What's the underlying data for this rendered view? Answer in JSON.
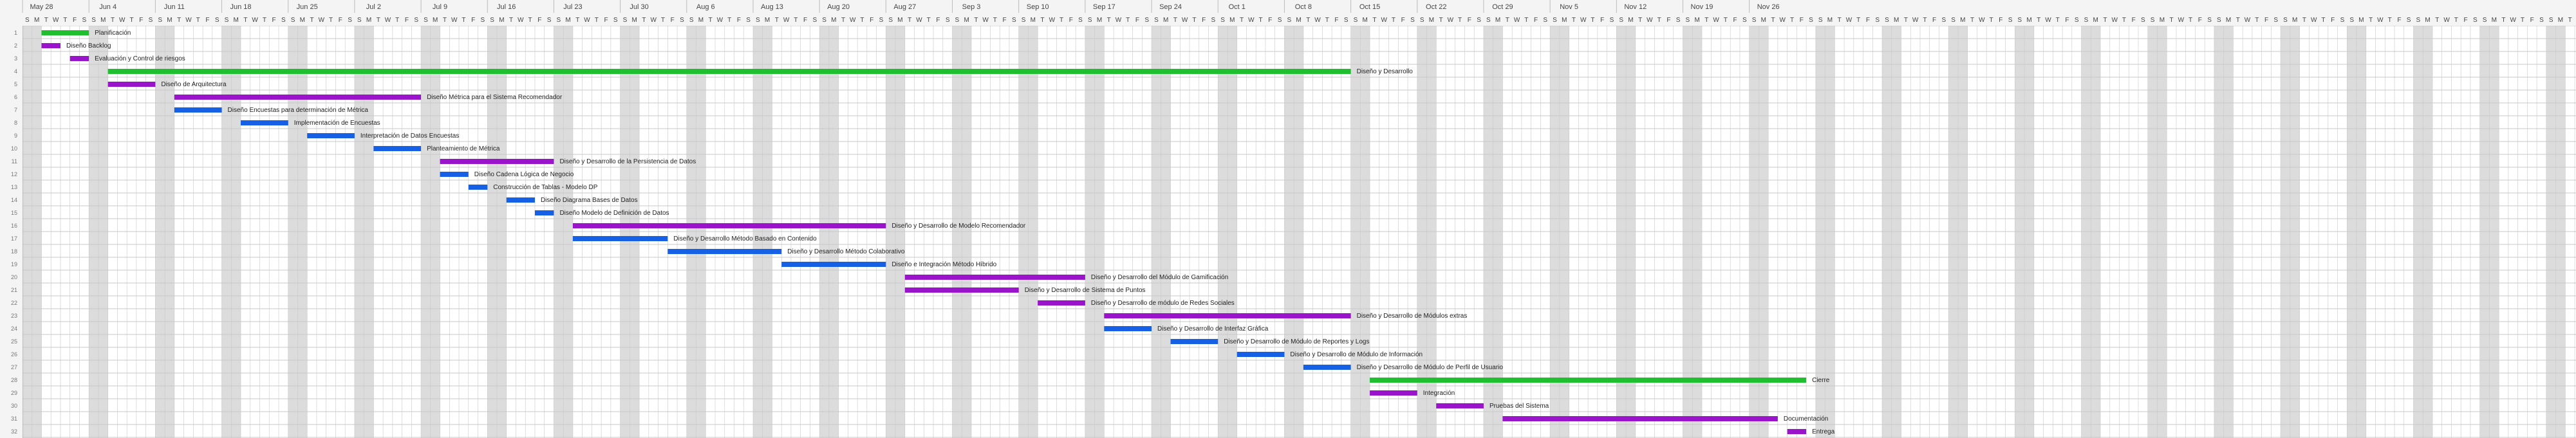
{
  "chart_data": {
    "type": "gantt",
    "start_date": "2018-05-26",
    "week_labels": [
      "May 28",
      "Jun 4",
      "Jun 11",
      "Jun 18",
      "Jun 25",
      "Jul 2",
      "Jul 9",
      "Jul 16",
      "Jul 23",
      "Jul 30",
      "Aug 6",
      "Aug 13",
      "Aug 20",
      "Aug 27",
      "Sep 3",
      "Sep 10",
      "Sep 17",
      "Sep 24",
      "Oct 1",
      "Oct 8",
      "Oct 15",
      "Oct 22",
      "Oct 29",
      "Nov 5",
      "Nov 12",
      "Nov 19",
      "Nov 26"
    ],
    "day_letters": [
      "S",
      "M",
      "T",
      "W",
      "T",
      "F",
      "S"
    ],
    "row_count": 32,
    "colors": {
      "green": "#1fbf2f",
      "purple": "#9a14cc",
      "blue": "#1660e6",
      "weekend": "#dcdcdc",
      "grid": "#c8c8c8"
    },
    "tasks": [
      {
        "row": 1,
        "name": "Planificación",
        "start": "2018-05-28",
        "end": "2018-06-01",
        "color": "green"
      },
      {
        "row": 2,
        "name": "Diseño Backlog",
        "start": "2018-05-28",
        "end": "2018-05-29",
        "color": "purple"
      },
      {
        "row": 3,
        "name": "Evaluación y Control de riesgos",
        "start": "2018-05-31",
        "end": "2018-06-01",
        "color": "purple"
      },
      {
        "row": 4,
        "name": "Diseño y Desarrollo",
        "start": "2018-06-04",
        "end": "2018-10-12",
        "color": "green"
      },
      {
        "row": 5,
        "name": "Diseño de Arquitectura",
        "start": "2018-06-04",
        "end": "2018-06-08",
        "color": "purple"
      },
      {
        "row": 6,
        "name": "Diseño Métrica para el Sistema Recomendador",
        "start": "2018-06-11",
        "end": "2018-07-06",
        "color": "purple"
      },
      {
        "row": 7,
        "name": "Diseño Encuestas para determinación de Métrica",
        "start": "2018-06-11",
        "end": "2018-06-15",
        "color": "blue"
      },
      {
        "row": 8,
        "name": "Implementación de Encuestas",
        "start": "2018-06-18",
        "end": "2018-06-22",
        "color": "blue"
      },
      {
        "row": 9,
        "name": "Interpretación de Datos Encuestas",
        "start": "2018-06-25",
        "end": "2018-06-29",
        "color": "blue"
      },
      {
        "row": 10,
        "name": "Planteamiento de Métrica",
        "start": "2018-07-02",
        "end": "2018-07-06",
        "color": "blue"
      },
      {
        "row": 11,
        "name": "Diseño y Desarrollo de la Persistencia de Datos",
        "start": "2018-07-09",
        "end": "2018-07-20",
        "color": "purple"
      },
      {
        "row": 12,
        "name": "Diseño Cadena Lógica de Negocio",
        "start": "2018-07-09",
        "end": "2018-07-11",
        "color": "blue"
      },
      {
        "row": 13,
        "name": "Construcción de Tablas - Modelo DP",
        "start": "2018-07-12",
        "end": "2018-07-13",
        "color": "blue"
      },
      {
        "row": 14,
        "name": "Diseño Diagrama Bases de Datos",
        "start": "2018-07-16",
        "end": "2018-07-18",
        "color": "blue"
      },
      {
        "row": 15,
        "name": "Diseño Modelo de Definición de Datos",
        "start": "2018-07-19",
        "end": "2018-07-20",
        "color": "blue"
      },
      {
        "row": 16,
        "name": "Diseño y Desarrollo de Modelo Recomendador",
        "start": "2018-07-23",
        "end": "2018-08-24",
        "color": "purple"
      },
      {
        "row": 17,
        "name": "Diseño y Desarrollo Método Basado en Contenido",
        "start": "2018-07-23",
        "end": "2018-08-01",
        "color": "blue"
      },
      {
        "row": 18,
        "name": "Diseño y Desarrollo Método Colaborativo",
        "start": "2018-08-02",
        "end": "2018-08-13",
        "color": "blue"
      },
      {
        "row": 19,
        "name": "Diseño e Integración Método Híbrido",
        "start": "2018-08-14",
        "end": "2018-08-24",
        "color": "blue"
      },
      {
        "row": 20,
        "name": "Diseño y Desarrollo del Módulo de Gamificación",
        "start": "2018-08-27",
        "end": "2018-09-14",
        "color": "purple"
      },
      {
        "row": 21,
        "name": "Diseño y Desarrollo de Sistema de Puntos",
        "start": "2018-08-27",
        "end": "2018-09-07",
        "color": "purple"
      },
      {
        "row": 22,
        "name": "Diseño y Desarrollo de módulo de Redes Sociales",
        "start": "2018-09-10",
        "end": "2018-09-14",
        "color": "purple"
      },
      {
        "row": 23,
        "name": "Diseño y Desarrollo de Módulos extras",
        "start": "2018-09-17",
        "end": "2018-10-12",
        "color": "purple"
      },
      {
        "row": 24,
        "name": "Diseño y Desarrollo de Interfaz Gráfica",
        "start": "2018-09-17",
        "end": "2018-09-21",
        "color": "blue"
      },
      {
        "row": 25,
        "name": "Diseño y Desarrollo de Módulo de Reportes y Logs",
        "start": "2018-09-24",
        "end": "2018-09-28",
        "color": "blue"
      },
      {
        "row": 26,
        "name": "Diseño y Desarrollo de Módulo de Información",
        "start": "2018-10-01",
        "end": "2018-10-05",
        "color": "blue"
      },
      {
        "row": 27,
        "name": "Diseño y Desarrollo de Módulo de Perfil de Usuario",
        "start": "2018-10-08",
        "end": "2018-10-12",
        "color": "blue"
      },
      {
        "row": 28,
        "name": "Cierre",
        "start": "2018-10-15",
        "end": "2018-11-29",
        "color": "green"
      },
      {
        "row": 29,
        "name": "Integración",
        "start": "2018-10-15",
        "end": "2018-10-19",
        "color": "purple"
      },
      {
        "row": 30,
        "name": "Pruebas del Sistema",
        "start": "2018-10-22",
        "end": "2018-10-26",
        "color": "purple"
      },
      {
        "row": 31,
        "name": "Documentación",
        "start": "2018-10-29",
        "end": "2018-11-26",
        "color": "purple"
      },
      {
        "row": 32,
        "name": "Entrega",
        "start": "2018-11-28",
        "end": "2018-11-29",
        "color": "purple"
      }
    ]
  }
}
